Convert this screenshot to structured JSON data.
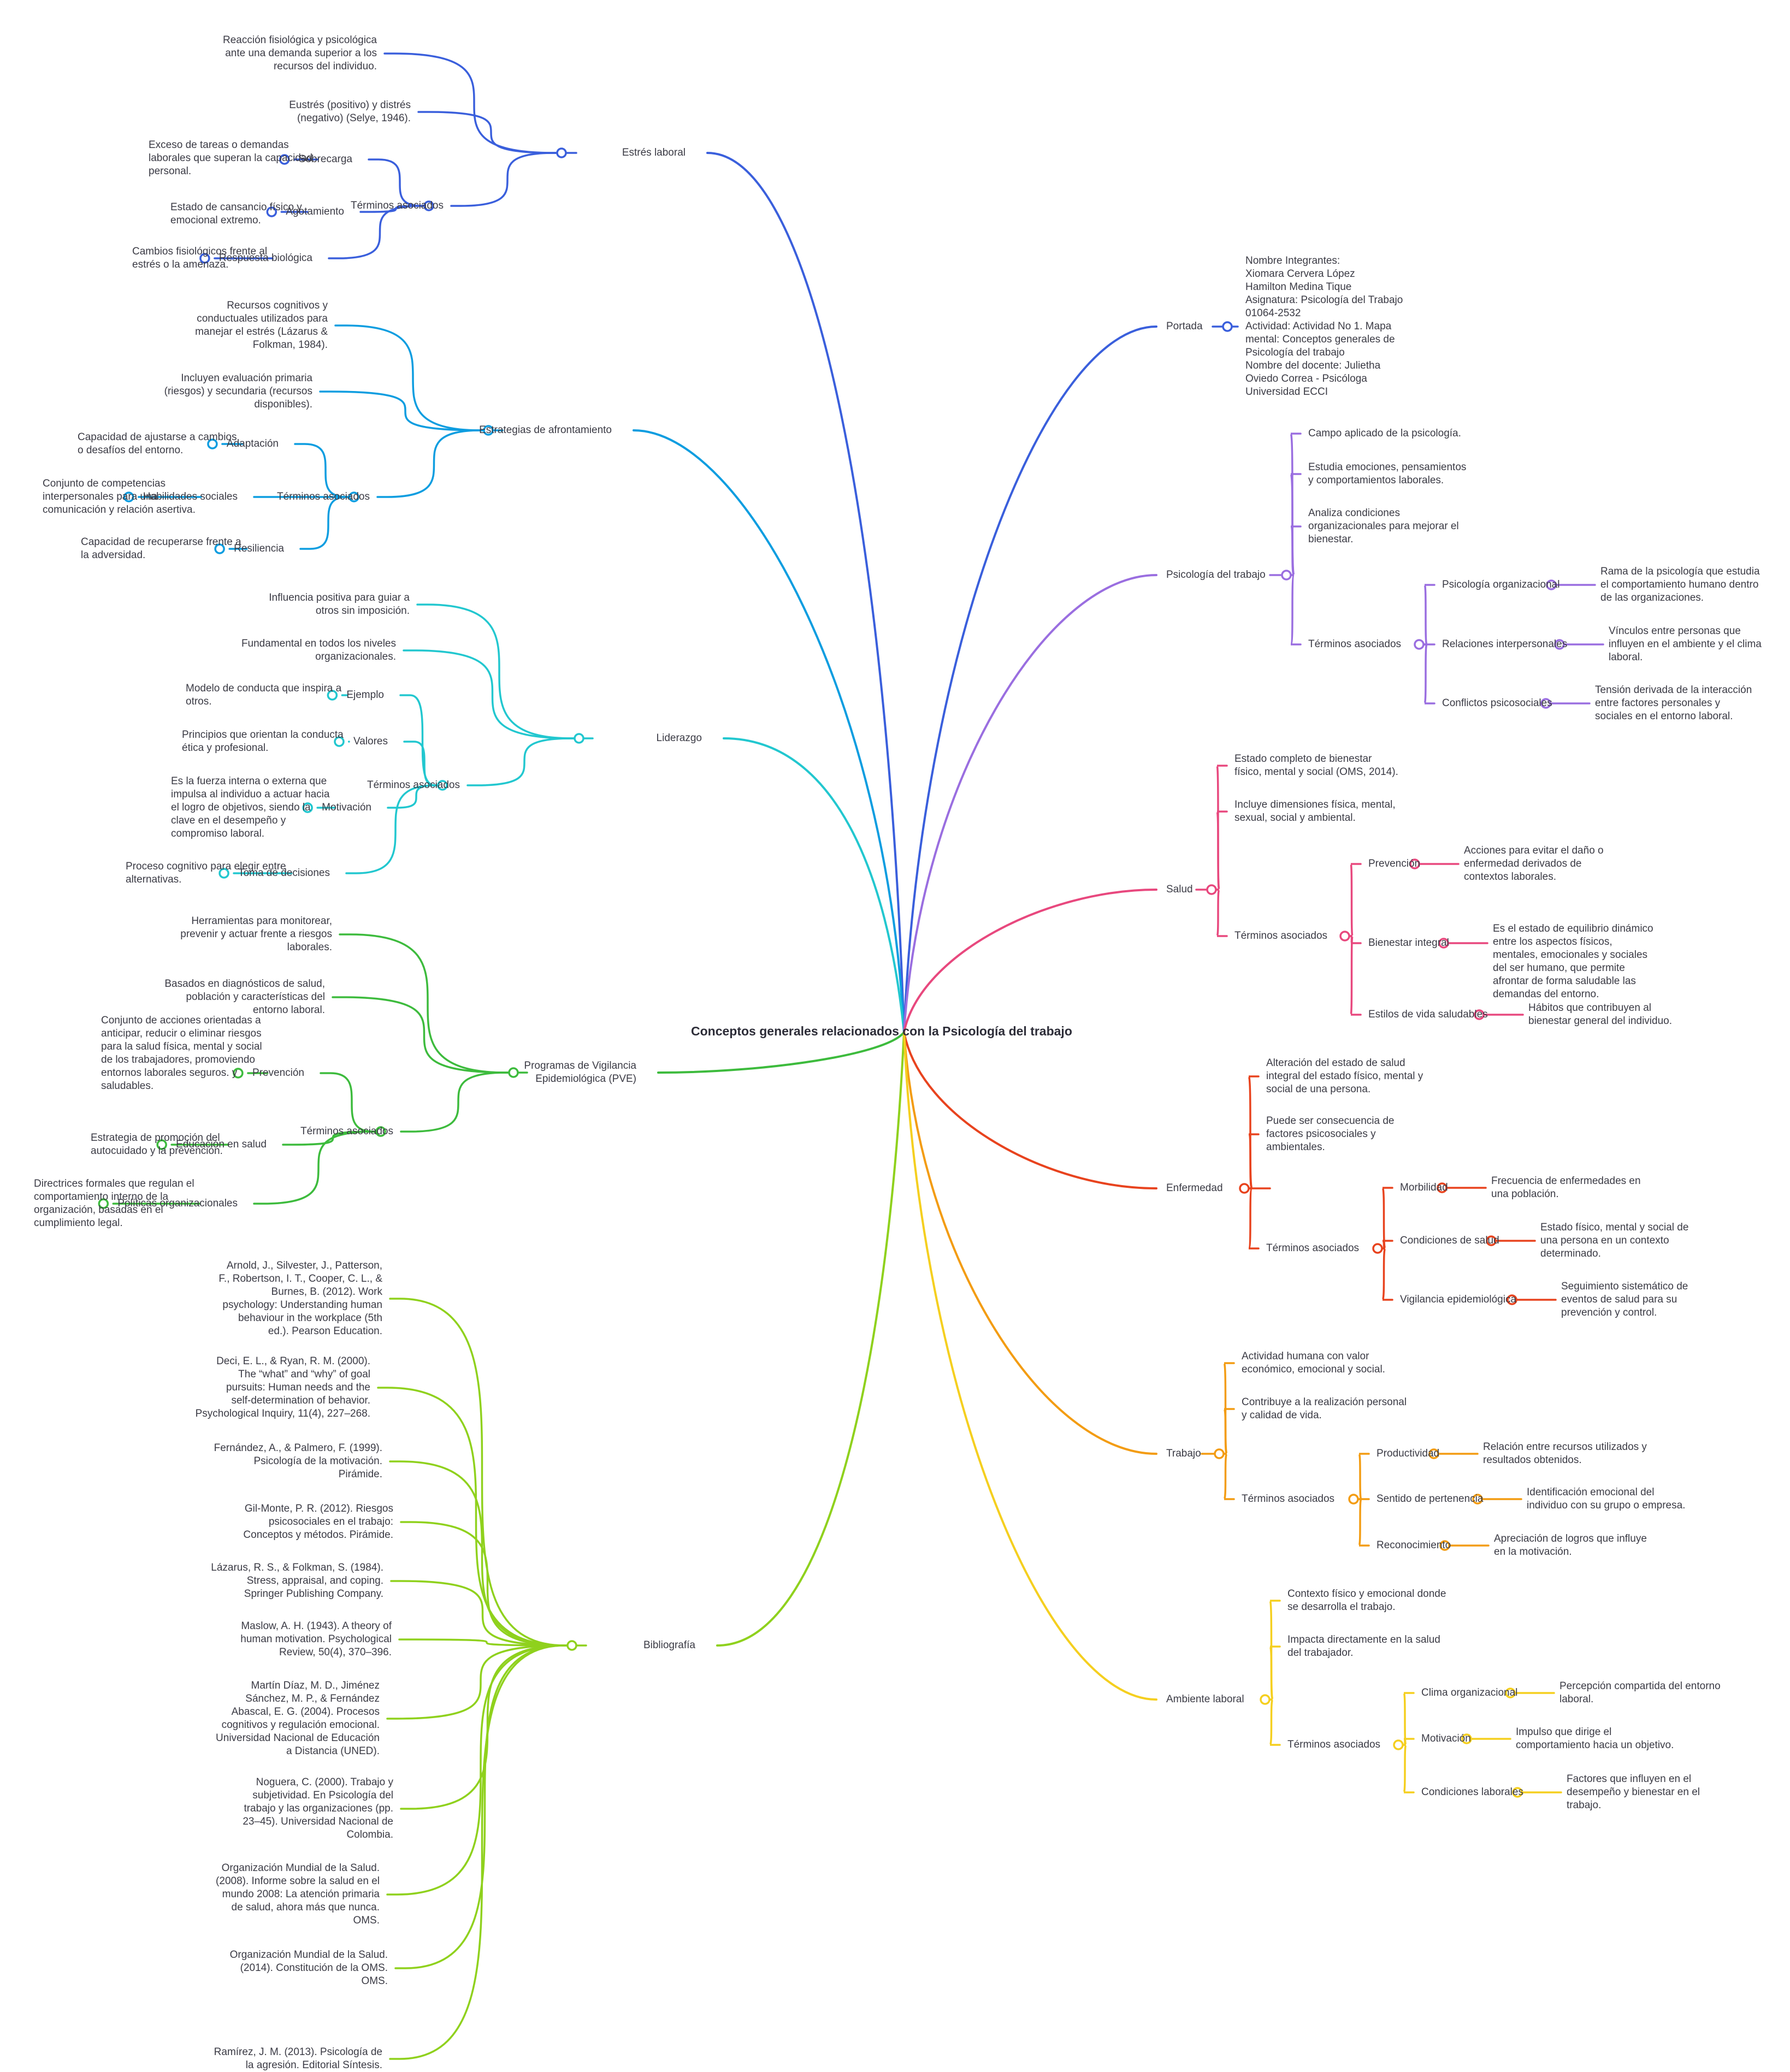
{
  "root": "Conceptos generales relacionados con la Psicología del trabajo",
  "branches": [
    {
      "key": "estres",
      "label": "Estrés laboral",
      "color": "#3a5fdc",
      "items": [
        {
          "text": "Reacción fisiológica y psicológica\nante una demanda superior a los\nrecursos del individuo."
        },
        {
          "text": "Eustrés (positivo) y distrés\n(negativo) (Selye, 1946)."
        },
        {
          "text": "Términos asociados",
          "children": [
            {
              "label": "Sobrecarga",
              "def": "Exceso de tareas o demandas\nlaborales que superan la capacidad\npersonal."
            },
            {
              "label": "Agotamiento",
              "def": "Estado de cansancio físico y\nemocional extremo."
            },
            {
              "label": "Respuesta biológica",
              "def": "Cambios fisiológicos frente al\nestrés o la amenaza."
            }
          ]
        }
      ]
    },
    {
      "key": "afrontamiento",
      "label": "Estrategias de afrontamiento",
      "color": "#0d9de0",
      "items": [
        {
          "text": "Recursos cognitivos y\nconductuales utilizados para\nmanejar el estrés (Lázarus &\nFolkman, 1984)."
        },
        {
          "text": "Incluyen evaluación primaria\n(riesgos) y secundaria (recursos\ndisponibles)."
        },
        {
          "text": "Términos asociados",
          "children": [
            {
              "label": "Adaptación",
              "def": "Capacidad de ajustarse a cambios\no desafíos del entorno."
            },
            {
              "label": "Habilidades sociales",
              "def": "Conjunto de competencias\ninterpersonales para una\ncomunicación y relación asertiva."
            },
            {
              "label": "Resiliencia",
              "def": "Capacidad de recuperarse frente a\nla adversidad."
            }
          ]
        }
      ]
    },
    {
      "key": "liderazgo",
      "label": "Liderazgo",
      "color": "#22c7cf",
      "items": [
        {
          "text": "Influencia positiva para guiar a\notros sin imposición."
        },
        {
          "text": "Fundamental en todos los niveles\norganizacionales."
        },
        {
          "text": "Términos asociados",
          "children": [
            {
              "label": "Ejemplo",
              "def": "Modelo de conducta que inspira a\notros."
            },
            {
              "label": "Valores",
              "def": "Principios que orientan la conducta\nética y profesional."
            },
            {
              "label": "Motivación",
              "def": "Es la fuerza interna o externa que\nimpulsa al individuo a actuar hacia\nel logro de objetivos, siendo la\nclave en el desempeño y\ncompromiso laboral."
            },
            {
              "label": "Toma de decisiones",
              "def": "Proceso cognitivo para elegir entre\nalternativas."
            }
          ]
        }
      ]
    },
    {
      "key": "pve",
      "label": "Programas de Vigilancia\nEpidemiológica (PVE)",
      "color": "#3dbb3d",
      "items": [
        {
          "text": "Herramientas para monitorear,\nprevenir y actuar frente a riesgos\nlaborales."
        },
        {
          "text": "Basados en diagnósticos de salud,\npoblación y características del\nentorno laboral."
        },
        {
          "text": "Términos asociados",
          "children": [
            {
              "label": "Prevención",
              "def": "Conjunto de acciones orientadas a\nanticipar, reducir o eliminar riesgos\npara la salud física, mental y social\nde los trabajadores, promoviendo\nentornos laborales seguros. y\nsaludables."
            },
            {
              "label": "Educación en salud",
              "def": "Estrategia de promoción del\nautocuidado y la prevención."
            },
            {
              "label": "Políticas organizacionales",
              "def": "Directrices formales que regulan el\ncomportamiento interno de la\norganización, basadas en el\ncumplimiento legal."
            }
          ]
        }
      ]
    },
    {
      "key": "bibliografia",
      "label": "Bibliografía",
      "color": "#8fd11d",
      "items": [
        {
          "text": "Arnold, J., Silvester, J., Patterson,\nF., Robertson, I. T., Cooper, C. L., &\nBurnes, B. (2012). Work\npsychology: Understanding human\nbehaviour in the workplace (5th\ned.). Pearson Education."
        },
        {
          "text": "Deci, E. L., & Ryan, R. M. (2000).\nThe “what” and “why” of goal\npursuits: Human needs and the\nself-determination of behavior.\nPsychological Inquiry, 11(4), 227–268."
        },
        {
          "text": "Fernández, A., & Palmero, F. (1999).\nPsicología de la motivación.\nPirámide."
        },
        {
          "text": "Gil-Monte, P. R. (2012). Riesgos\npsicosociales en el trabajo:\nConceptos y métodos. Pirámide."
        },
        {
          "text": "Lázarus, R. S., & Folkman, S. (1984).\nStress, appraisal, and coping.\nSpringer Publishing Company."
        },
        {
          "text": "Maslow, A. H. (1943). A theory of\nhuman motivation. Psychological\nReview, 50(4), 370–396."
        },
        {
          "text": "Martín Díaz, M. D., Jiménez\nSánchez, M. P., & Fernández\nAbascal, E. G. (2004). Procesos\ncognitivos y regulación emocional.\nUniversidad Nacional de Educación\na Distancia (UNED)."
        },
        {
          "text": "Noguera, C. (2000). Trabajo y\nsubjetividad. En Psicología del\ntrabajo y las organizaciones (pp.\n23–45). Universidad Nacional de\nColombia."
        },
        {
          "text": "Organización Mundial de la Salud.\n(2008). Informe sobre la salud en el\nmundo 2008: La atención primaria\nde salud, ahora más que nunca.\nOMS."
        },
        {
          "text": "Organización Mundial de la Salud.\n(2014). Constitución de la OMS.\nOMS."
        },
        {
          "text": "Ramírez, J. M. (2013). Psicología de\nla agresión. Editorial Síntesis."
        }
      ]
    },
    {
      "key": "portada",
      "label": "Portada",
      "color": "#3a5fdc",
      "items": [
        {
          "text": "Nombre Integrantes:\nXiomara Cervera López\nHamilton Medina Tique\nAsignatura: Psicología del Trabajo\n01064-2532\nActividad: Actividad No 1. Mapa\nmental: Conceptos generales de\nPsicología del trabajo\nNombre del docente: Julietha\nOviedo Correa - Psicóloga\nUniversidad ECCI"
        }
      ]
    },
    {
      "key": "psicologia",
      "label": "Psicología del trabajo",
      "color": "#9a6ee0",
      "items": [
        {
          "text": "Campo aplicado de la psicología."
        },
        {
          "text": "Estudia emociones, pensamientos\ny comportamientos laborales."
        },
        {
          "text": "Analiza condiciones\norganizacionales para mejorar el\nbienestar."
        },
        {
          "text": "Términos asociados",
          "children": [
            {
              "label": "Psicología organizacional",
              "def": "Rama de la psicología que estudia\nel comportamiento humano dentro\nde las organizaciones."
            },
            {
              "label": "Relaciones interpersonales",
              "def": "Vínculos entre personas que\ninfluyen en el ambiente y el clima\nlaboral."
            },
            {
              "label": "Conflictos psicosociales",
              "def": "Tensión derivada de la interacción\nentre factores personales y\nsociales en el entorno laboral."
            }
          ]
        }
      ]
    },
    {
      "key": "salud",
      "label": "Salud",
      "color": "#e8487e",
      "items": [
        {
          "text": "Estado completo de bienestar\nfísico, mental y social (OMS, 2014)."
        },
        {
          "text": "Incluye dimensiones física, mental,\nsexual, social y ambiental."
        },
        {
          "text": "Términos asociados",
          "children": [
            {
              "label": "Prevención",
              "def": "Acciones para evitar el daño o\nenfermedad derivados de\ncontextos laborales."
            },
            {
              "label": "Bienestar integral",
              "def": "Es el estado de equilibrio dinámico\nentre los aspectos físicos,\nmentales, emocionales y sociales\ndel ser humano, que permite\nafrontar de forma saludable las\ndemandas del entorno."
            },
            {
              "label": "Estilos de vida saludables",
              "def": "Hábitos que contribuyen al\nbienestar general del individuo."
            }
          ]
        }
      ]
    },
    {
      "key": "enfermedad",
      "label": "Enfermedad",
      "color": "#e8431e",
      "items": [
        {
          "text": "Alteración del estado de salud\nintegral del estado físico, mental y\nsocial de una persona."
        },
        {
          "text": "Puede ser consecuencia de\nfactores psicosociales y\nambientales."
        },
        {
          "text": "Términos asociados",
          "children": [
            {
              "label": "Morbilidad",
              "def": "Frecuencia de enfermedades en\nuna población."
            },
            {
              "label": "Condiciones de salud",
              "def": "Estado físico, mental y social de\nuna persona en un contexto\ndeterminado."
            },
            {
              "label": "Vigilancia epidemiológica",
              "def": "Seguimiento sistemático de\neventos de salud para su\nprevención y control."
            }
          ]
        }
      ]
    },
    {
      "key": "trabajo",
      "label": "Trabajo",
      "color": "#f39c12",
      "items": [
        {
          "text": "Actividad humana con valor\neconómico, emocional y social."
        },
        {
          "text": "Contribuye a la realización personal\ny calidad de vida."
        },
        {
          "text": "Términos asociados",
          "children": [
            {
              "label": "Productividad",
              "def": "Relación entre recursos utilizados y\nresultados obtenidos."
            },
            {
              "label": "Sentido de pertenencia",
              "def": "Identificación emocional del\nindividuo con su grupo o empresa."
            },
            {
              "label": "Reconocimiento",
              "def": "Apreciación de logros que influye\nen la motivación."
            }
          ]
        }
      ]
    },
    {
      "key": "ambiente",
      "label": "Ambiente laboral",
      "color": "#f5cf1f",
      "items": [
        {
          "text": "Contexto físico y emocional donde\nse desarrolla el trabajo."
        },
        {
          "text": "Impacta directamente en la salud\ndel trabajador."
        },
        {
          "text": "Términos asociados",
          "children": [
            {
              "label": "Clima organizacional",
              "def": "Percepción compartida del entorno\nlaboral."
            },
            {
              "label": "Motivación",
              "def": "Impulso que dirige el\ncomportamiento hacia un objetivo."
            },
            {
              "label": "Condiciones laborales",
              "def": "Factores que influyen en el\ndesempeño y bienestar en el\ntrabajo."
            }
          ]
        }
      ]
    }
  ]
}
